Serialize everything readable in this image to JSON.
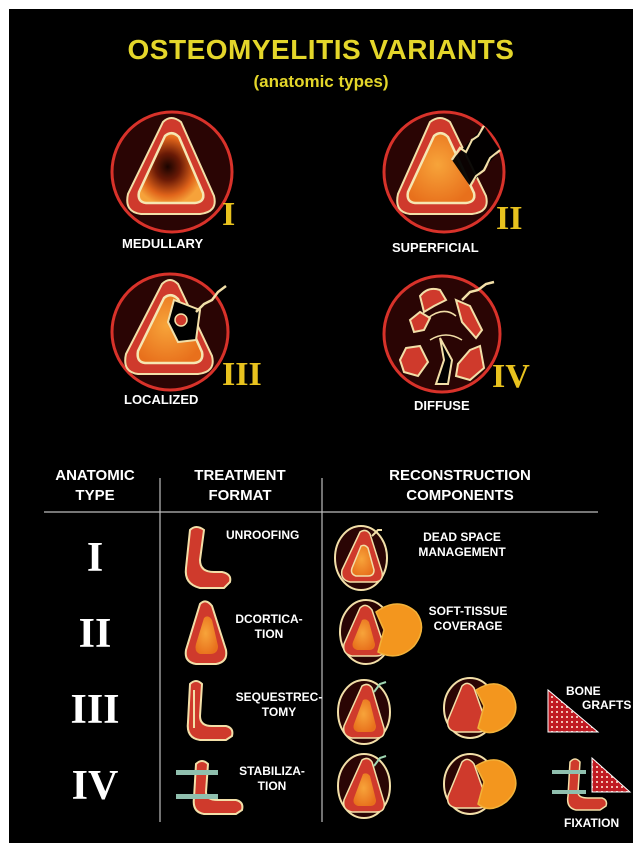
{
  "title": "OSTEOMYELITIS VARIANTS",
  "subtitle": "(anatomic types)",
  "variants": [
    {
      "numeral": "I",
      "label": "MEDULLARY"
    },
    {
      "numeral": "II",
      "label": "SUPERFICIAL"
    },
    {
      "numeral": "III",
      "label": "LOCALIZED"
    },
    {
      "numeral": "IV",
      "label": "DIFFUSE"
    }
  ],
  "table": {
    "headers": {
      "anatomic": [
        "ANATOMIC",
        "TYPE"
      ],
      "treatment": [
        "TREATMENT",
        "FORMAT"
      ],
      "reconstruction": [
        "RECONSTRUCTION",
        "COMPONENTS"
      ]
    },
    "rows": [
      {
        "type": "I",
        "treatment": [
          "UNROOFING"
        ],
        "reconstruction": [
          "DEAD SPACE",
          "MANAGEMENT"
        ]
      },
      {
        "type": "II",
        "treatment": [
          "DCORTICA-",
          "TION"
        ],
        "reconstruction": [
          "SOFT-TISSUE",
          "COVERAGE"
        ]
      },
      {
        "type": "III",
        "treatment": [
          "SEQUESTREC-",
          "TOMY"
        ],
        "reconstruction": [
          "BONE",
          "GRAFTS"
        ]
      },
      {
        "type": "IV",
        "treatment": [
          "STABILIZA-",
          "TION"
        ],
        "reconstruction": [
          "FIXATION"
        ]
      }
    ]
  },
  "colors": {
    "background": "#000000",
    "title": "#e4d62a",
    "numeral": "#e8c21e",
    "cortex": "#c8282a",
    "medulla": "#f08a1c",
    "outline": "#f4e6b0"
  }
}
